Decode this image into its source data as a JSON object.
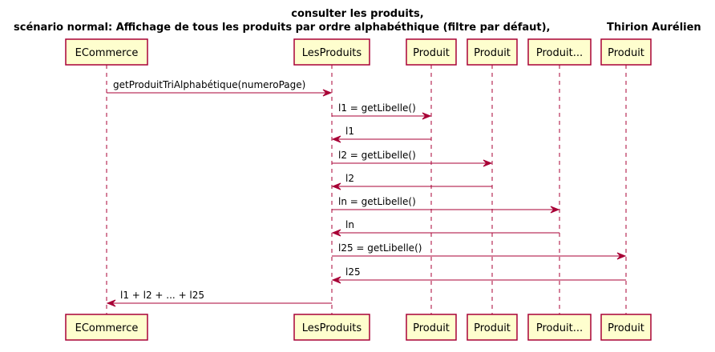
{
  "title": {
    "line1": "consulter les produits,",
    "line2": "scénario normal: Affichage de tous les produits par ordre alphabéthique (filtre par défaut),",
    "author": "Thirion Aurélien"
  },
  "participants": [
    {
      "id": "ecommerce",
      "label": "ECommerce"
    },
    {
      "id": "lesproduits",
      "label": "LesProduits"
    },
    {
      "id": "produit1",
      "label": "Produit"
    },
    {
      "id": "produit2",
      "label": "Produit"
    },
    {
      "id": "produitn",
      "label": "Produit..."
    },
    {
      "id": "produit25",
      "label": "Produit"
    }
  ],
  "messages": [
    {
      "from": "ecommerce",
      "to": "lesproduits",
      "label": "getProduitTriAlphabétique(numeroPage)"
    },
    {
      "from": "lesproduits",
      "to": "produit1",
      "label": "l1 = getLibelle()"
    },
    {
      "from": "produit1",
      "to": "lesproduits",
      "label": "l1"
    },
    {
      "from": "lesproduits",
      "to": "produit2",
      "label": "l2 = getLibelle()"
    },
    {
      "from": "produit2",
      "to": "lesproduits",
      "label": "l2"
    },
    {
      "from": "lesproduits",
      "to": "produitn",
      "label": "ln = getLibelle()"
    },
    {
      "from": "produitn",
      "to": "lesproduits",
      "label": "ln"
    },
    {
      "from": "lesproduits",
      "to": "produit25",
      "label": "l25 = getLibelle()"
    },
    {
      "from": "produit25",
      "to": "lesproduits",
      "label": "l25"
    },
    {
      "from": "lesproduits",
      "to": "ecommerce",
      "label": "l1 + l2 + ... + l25"
    }
  ],
  "colors": {
    "participant_fill": "#FEFECE",
    "participant_border": "#A80036",
    "arrow": "#A80036",
    "text": "#000000"
  }
}
